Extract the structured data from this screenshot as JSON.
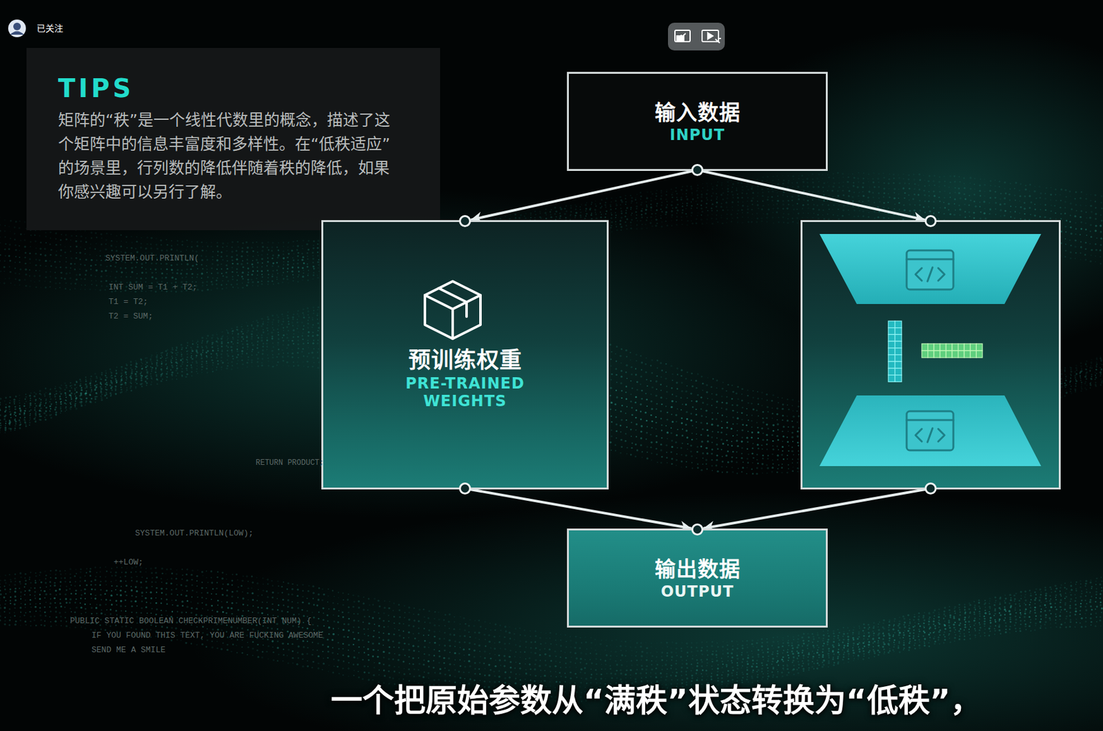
{
  "diagram": {
    "caption": "一个把原始参数从“满秩”状态转换为“低秩”，",
    "nodes": [
      {
        "text": [
          "TIPS",
          "矩阵的“秩”是一个线性代数里的概念，描述了这个矩阵中的信息丰富度和多样性。在“低秩适应”的场景里，行列数的降低伴随着秩的降低，如果你感兴趣可以另行了解。"
        ]
      },
      {
        "text": [
          "输入数据",
          "INPUT"
        ]
      },
      {
        "text": [
          "预训练权重",
          "PRE-TRAINED WEIGHTS"
        ]
      },
      {
        "text": []
      },
      {
        "text": [
          "输出数据",
          "OUTPUT"
        ]
      }
    ],
    "edges": [
      {
        "from": 1,
        "to": 2,
        "arrow": "to"
      },
      {
        "from": 1,
        "to": 3,
        "arrow": "to"
      },
      {
        "from": 2,
        "to": 4,
        "arrow": "to"
      },
      {
        "from": 3,
        "to": 4,
        "arrow": "to"
      }
    ],
    "labels": [
      "已关注",
      "SYSTEM.OUT.PRINTLN(",
      "INT SUM = T1 + T2;",
      "T1 = T2;",
      "T2 = SUM;",
      "RETURN PRODUCT;",
      "SYSTEM.OUT.PRINTLN(LOW);",
      "++LOW;",
      "PUBLIC STATIC BOOLEAN CHECKPRIMENUMBER(INT NUM) {",
      "IF YOU FOUND THIS TEXT, YOU ARE FUCKING AWESOME",
      "SEND ME A SMILE"
    ]
  }
}
